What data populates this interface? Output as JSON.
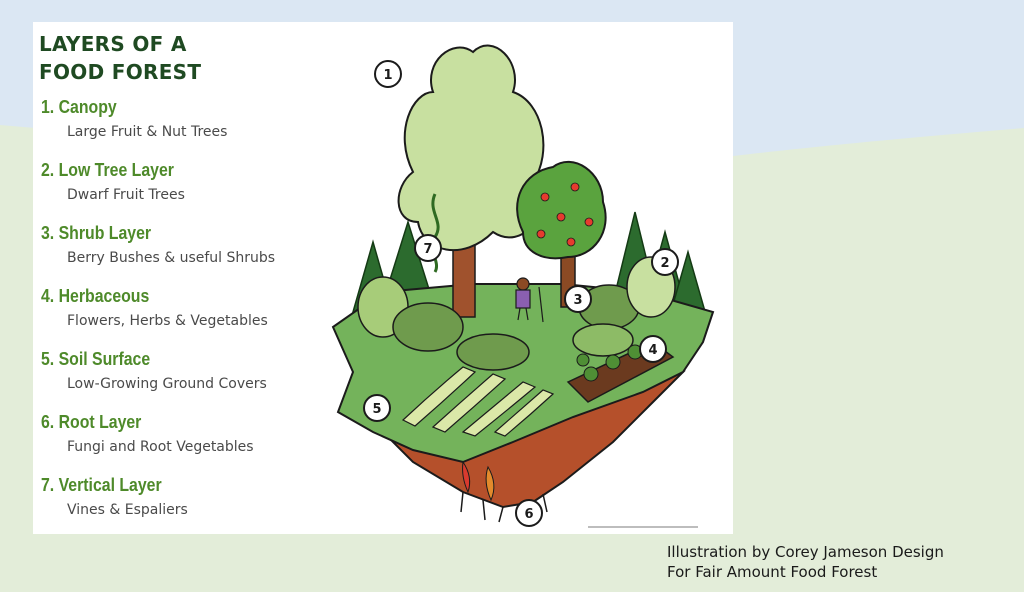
{
  "title": {
    "line1": "LAYERS OF A",
    "line2": "FOOD FOREST"
  },
  "layers": [
    {
      "name": "1. Canopy",
      "desc": "Large Fruit & Nut Trees"
    },
    {
      "name": "2. Low Tree Layer",
      "desc": "Dwarf Fruit Trees"
    },
    {
      "name": "3. Shrub Layer",
      "desc": "Berry Bushes & useful Shrubs"
    },
    {
      "name": "4. Herbaceous",
      "desc": "Flowers, Herbs & Vegetables"
    },
    {
      "name": "5. Soil Surface",
      "desc": "Low-Growing Ground Covers"
    },
    {
      "name": "6. Root Layer",
      "desc": "Fungi and Root Vegetables"
    },
    {
      "name": "7. Vertical Layer",
      "desc": "Vines & Espaliers"
    }
  ],
  "markers": [
    "1",
    "2",
    "3",
    "4",
    "5",
    "6",
    "7"
  ],
  "credit": {
    "line1": "Illustration by Corey Jameson Design",
    "line2": "For Fair Amount Food Forest"
  },
  "colors": {
    "title": "#1f4a22",
    "layer_name": "#4e8a2a",
    "sky": "#dbe7f3",
    "meadow": "#e3edd9"
  }
}
